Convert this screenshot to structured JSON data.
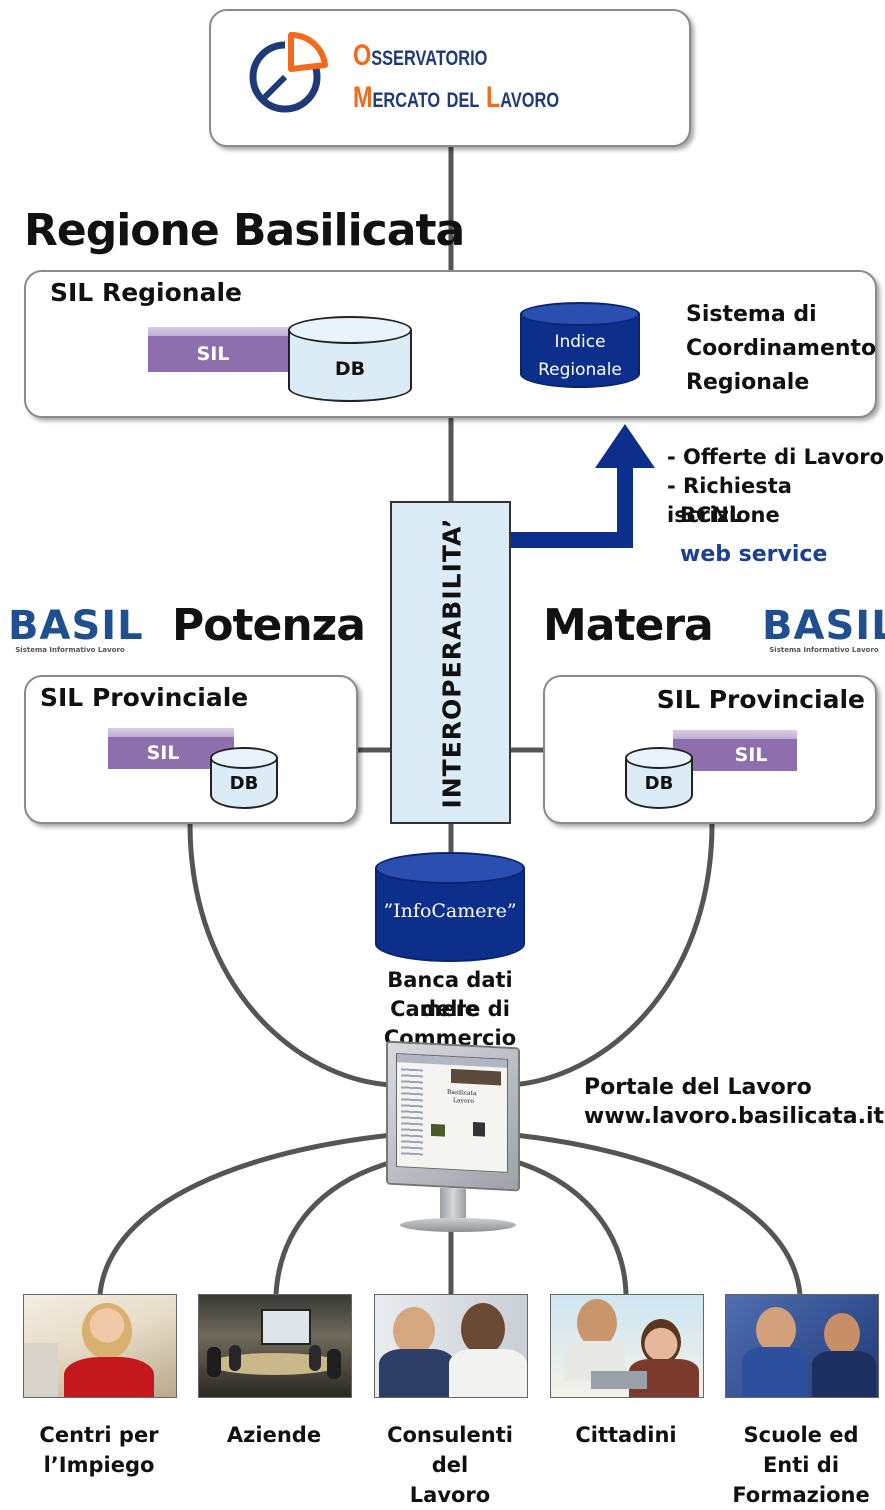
{
  "logo": {
    "line1": "Osservatorio",
    "line2": "Mercato del Lavoro",
    "accent_color": "#f26a1b",
    "text_color": "#1e3a78"
  },
  "region": {
    "title": "Regione Basilicata"
  },
  "sil_regionale": {
    "title": "SIL Regionale",
    "sil_label": "SIL",
    "db_label": "DB",
    "index_line1": "Indice",
    "index_line2": "Regionale",
    "coord_line1": "Sistema di",
    "coord_line2": "Coordinamento",
    "coord_line3": "Regionale"
  },
  "webservice": {
    "item1": "- Offerte di Lavoro",
    "item2": "- Richiesta iscrizione",
    "item3": "BCNL",
    "label": "web service"
  },
  "interop": {
    "label": "INTEROPERABILITA’"
  },
  "potenza": {
    "title": "Potenza",
    "box_title": "SIL Provinciale",
    "sil_label": "SIL",
    "db_label": "DB"
  },
  "matera": {
    "title": "Matera",
    "box_title": "SIL Provinciale",
    "sil_label": "SIL",
    "db_label": "DB"
  },
  "basil_logo": {
    "name": "BASIL",
    "tagline": "Sistema Informativo Lavoro"
  },
  "infocamere": {
    "name": "”InfoCamere”",
    "caption_line1": "Banca dati delle",
    "caption_line2": "Camere di Commercio"
  },
  "portal": {
    "line1": "Portale del Lavoro",
    "line2": "www.lavoro.basilicata.it",
    "screen_title1": "Basilicata",
    "screen_title2": "Lavoro"
  },
  "audiences": [
    {
      "line1": "Centri per",
      "line2": "l’Impiego",
      "line3": ""
    },
    {
      "line1": "Aziende",
      "line2": "",
      "line3": ""
    },
    {
      "line1": "Consulenti",
      "line2": "del",
      "line3": "Lavoro"
    },
    {
      "line1": "Cittadini",
      "line2": "",
      "line3": ""
    },
    {
      "line1": "Scuole ed",
      "line2": "Enti di",
      "line3": "Formazione"
    }
  ],
  "colors": {
    "navy": "#0d2f8c",
    "purple": "#8e6fae",
    "light_blue": "#dcecf7",
    "link_blue": "#1c3f94"
  }
}
